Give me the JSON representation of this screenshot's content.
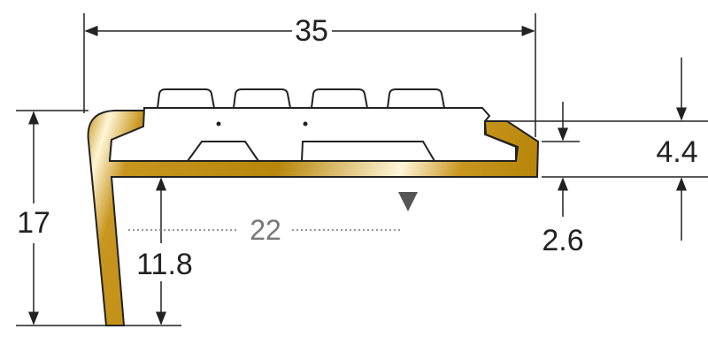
{
  "dimensions": {
    "width": "35",
    "height": "17",
    "inner_height": "11.8",
    "depth": "22",
    "insert_offset": "4.4",
    "base_thickness": "2.6"
  },
  "colors": {
    "profile": "#b8860b",
    "highlight": "#fff6d8",
    "line": "#222222"
  }
}
